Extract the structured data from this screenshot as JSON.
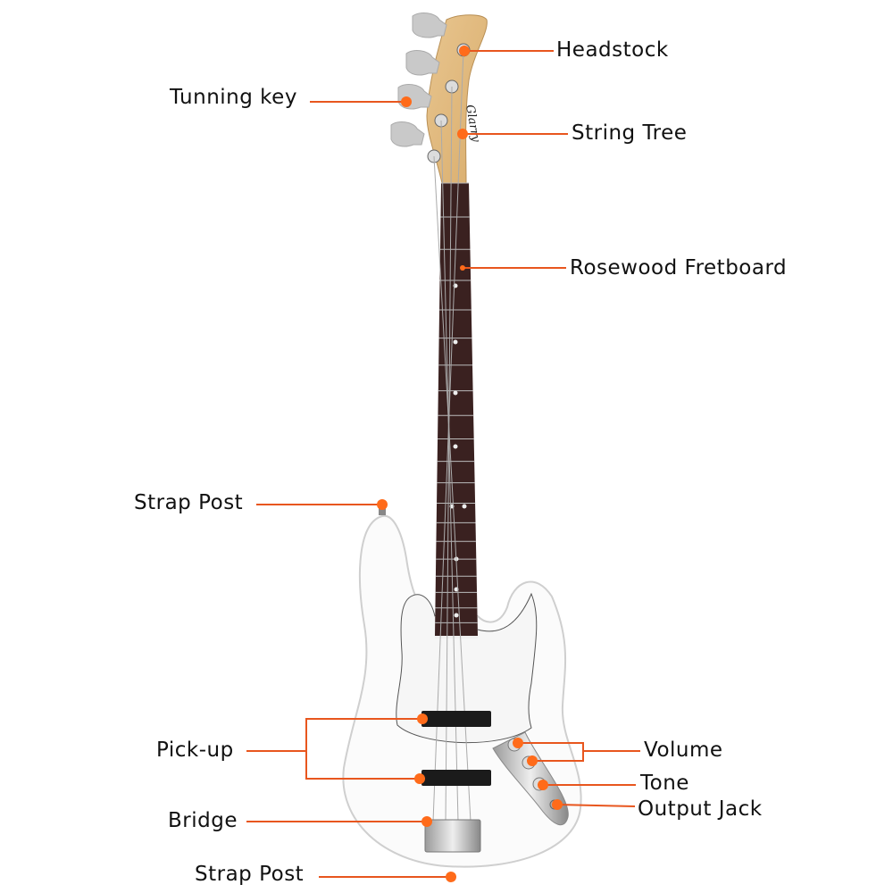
{
  "title": "Bass guitar parts diagram",
  "accent_color": "#e8561e",
  "brand_logo": "Glarry",
  "labels": {
    "headstock": "Headstock",
    "tuning_key": "Tunning key",
    "string_tree": "String Tree",
    "fretboard": "Rosewood Fretboard",
    "strap_post_top": "Strap Post",
    "pickup": "Pick-up",
    "volume": "Volume",
    "tone": "Tone",
    "output_jack": "Output Jack",
    "bridge": "Bridge",
    "strap_post_bottom": "Strap Post"
  }
}
